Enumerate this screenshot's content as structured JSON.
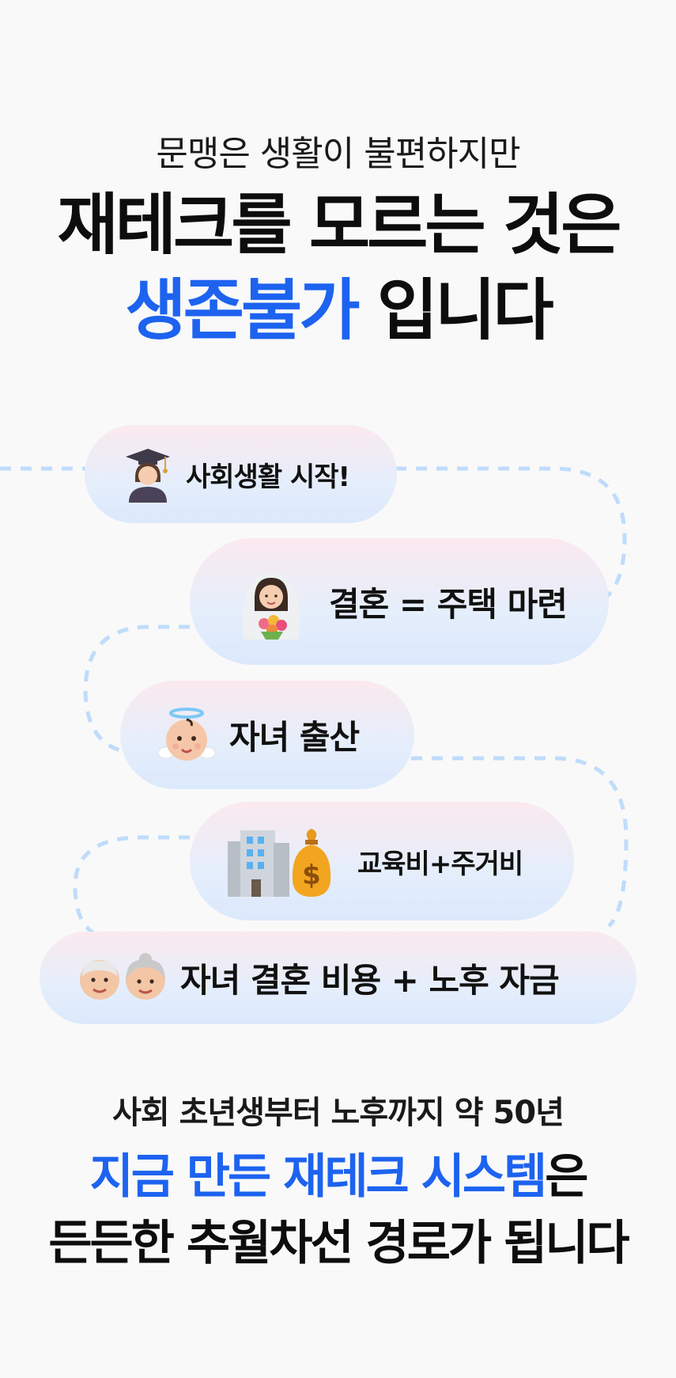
{
  "intro": {
    "subtitle": "문맹은 생활이 불편하지만",
    "headline_line1": "재테크를 모르는 것은",
    "headline_line2_highlight": "생존불가",
    "headline_line2_rest": " 입니다"
  },
  "timeline": [
    {
      "label": "사회생활 시작!",
      "icon": "graduate-woman-icon"
    },
    {
      "label": "결혼 = 주택 마련",
      "icon": "bride-icon"
    },
    {
      "label": "자녀 출산",
      "icon": "baby-angel-icon"
    },
    {
      "label": "교육비+주거비",
      "icon": "building-and-moneybag-icon"
    },
    {
      "label": "자녀 결혼 비용 + 노후 자금",
      "icon": "old-couple-icon"
    }
  ],
  "outro": {
    "subtitle": "사회 초년생부터 노후까지 약 50년",
    "highlight_line": "지금 만든 재테크 시스템",
    "highlight_suffix": "은",
    "final_line": "든든한 추월차선 경로가 됩니다"
  },
  "colors": {
    "accent": "#1d63f0",
    "dashed_path": "#bfdcfb",
    "pill_top": "#fbe9ee",
    "pill_bottom": "#dbe9fc"
  }
}
